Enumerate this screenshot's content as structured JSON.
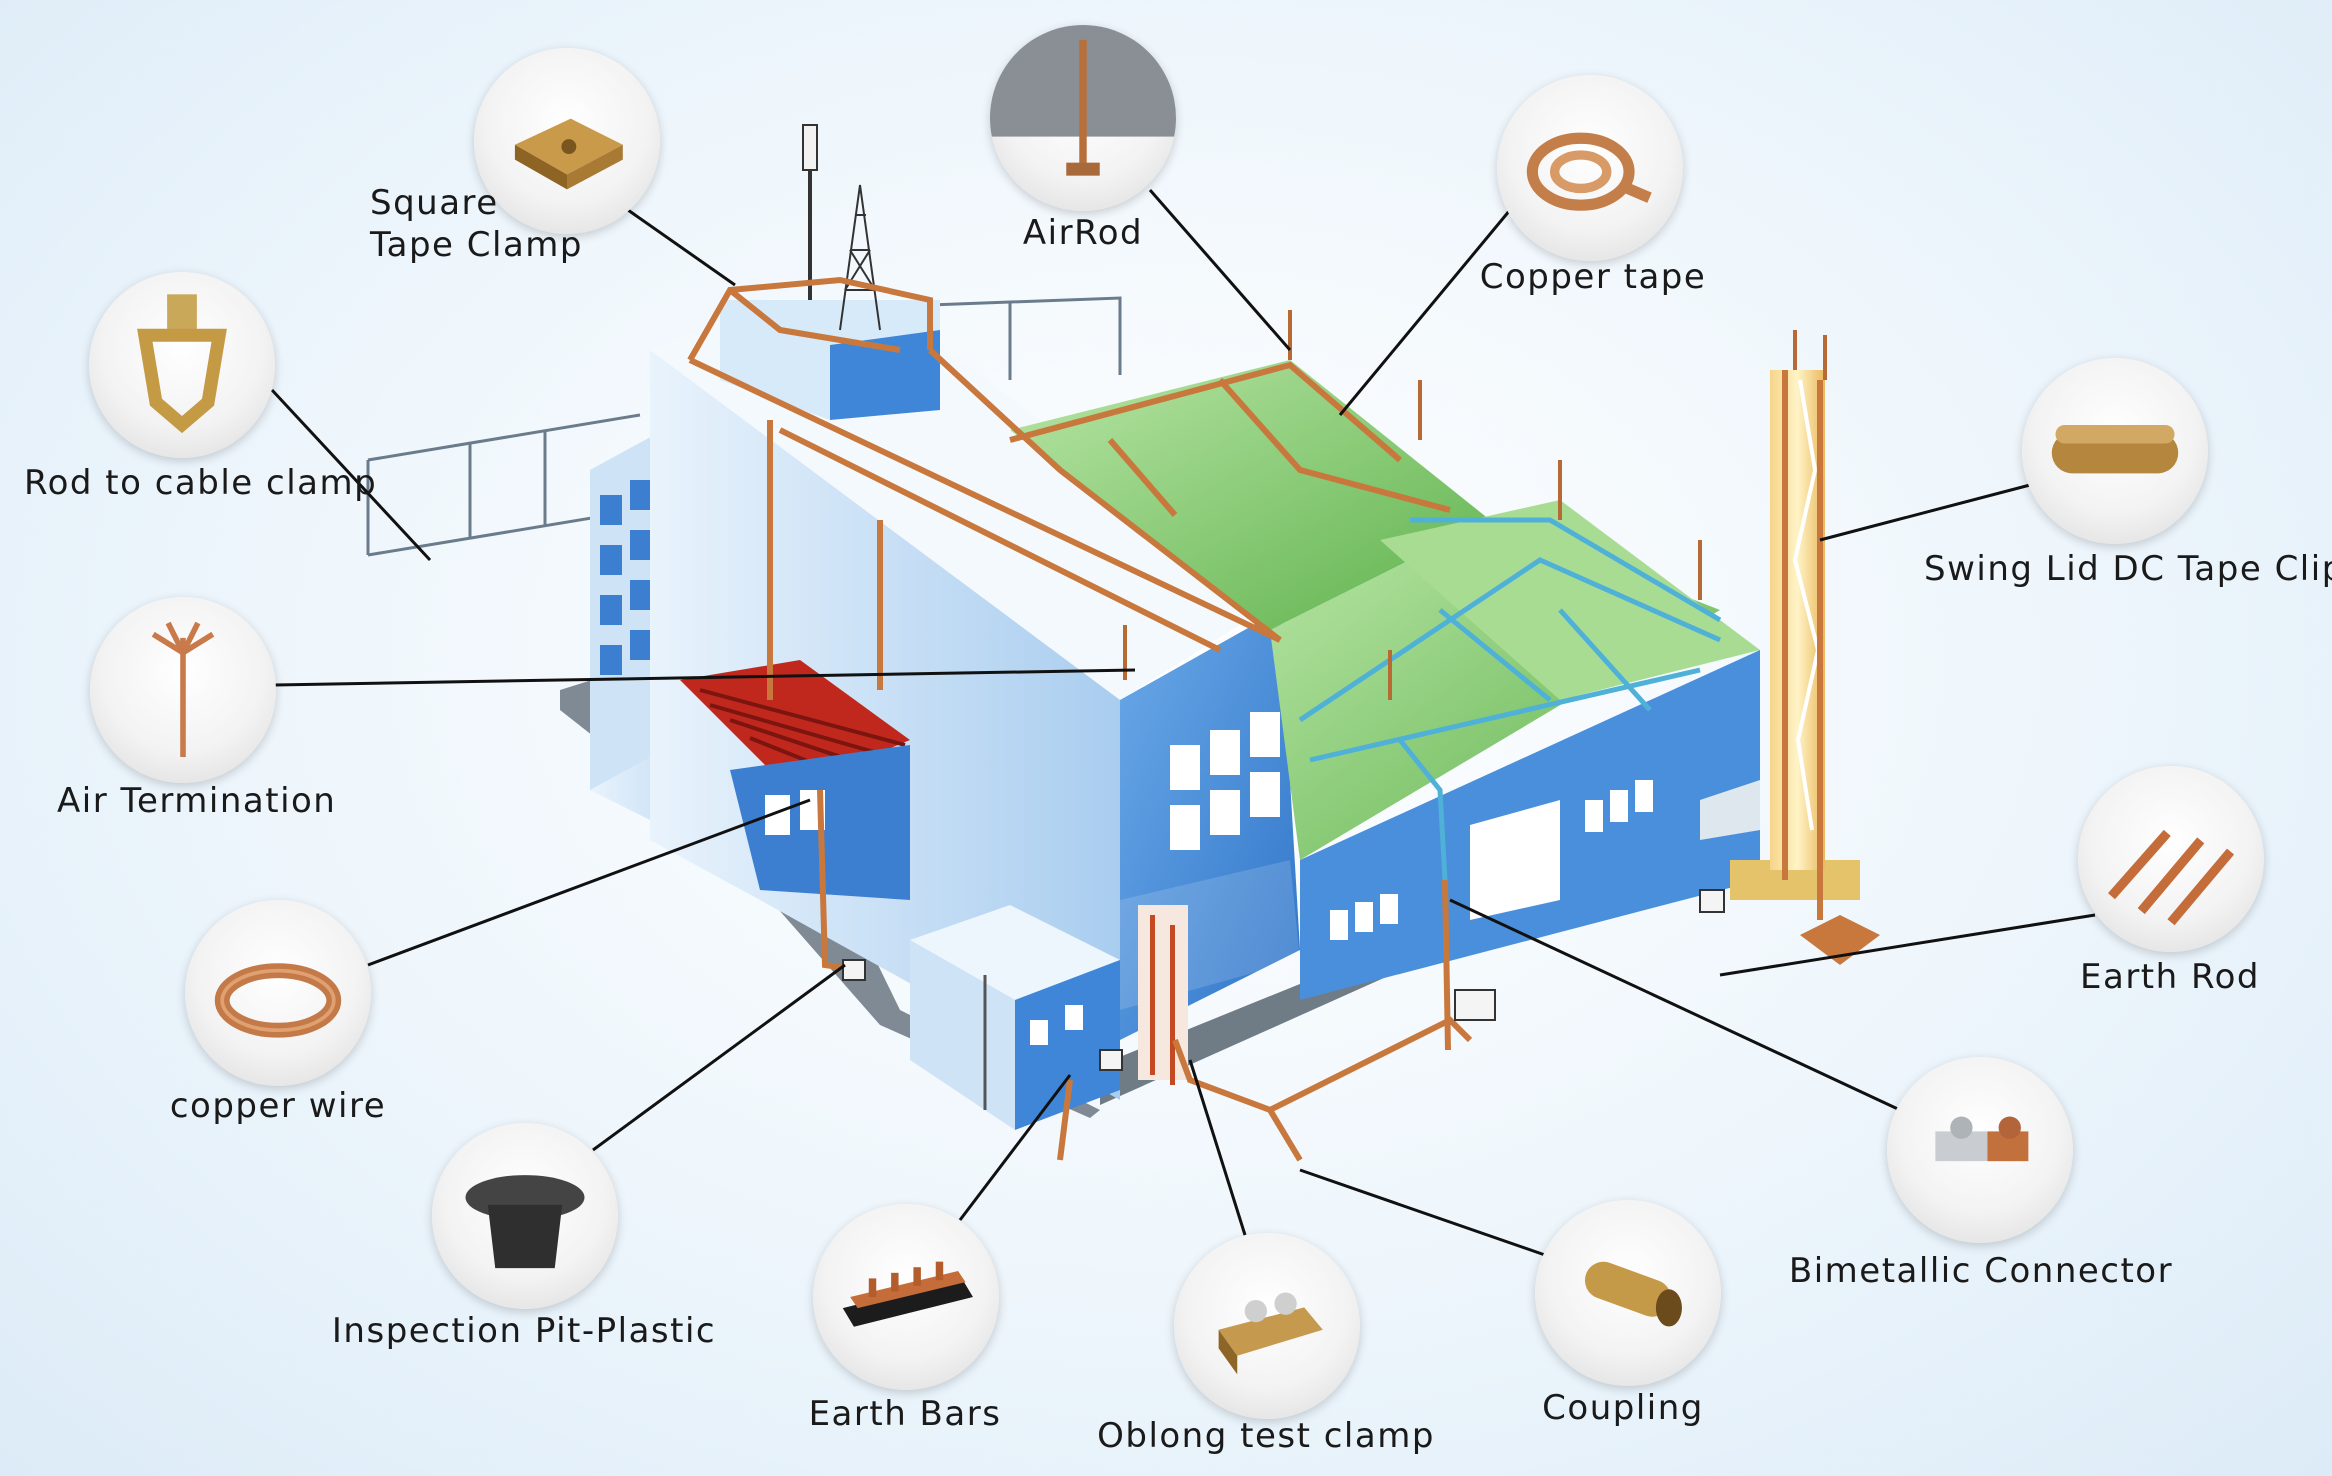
{
  "components": [
    {
      "id": "square-tape-clamp",
      "label_lines": [
        "Square",
        "Tape Clamp"
      ],
      "icon": "square-tape-clamp-icon"
    },
    {
      "id": "airrod",
      "label_lines": [
        "AirRod"
      ],
      "icon": "air-rod-icon"
    },
    {
      "id": "copper-tape",
      "label_lines": [
        "Copper tape"
      ],
      "icon": "copper-tape-icon"
    },
    {
      "id": "rod-to-cable-clamp",
      "label_lines": [
        "Rod to cable clamp"
      ],
      "icon": "rod-to-cable-clamp-icon"
    },
    {
      "id": "swing-lid-dc-tape-clip",
      "label_lines": [
        "Swing Lid DC Tape Clip"
      ],
      "icon": "swing-lid-tape-clip-icon"
    },
    {
      "id": "air-termination",
      "label_lines": [
        "Air Termination"
      ],
      "icon": "air-termination-icon"
    },
    {
      "id": "earth-rod",
      "label_lines": [
        "Earth Rod"
      ],
      "icon": "earth-rod-icon"
    },
    {
      "id": "copper-wire",
      "label_lines": [
        "copper wire"
      ],
      "icon": "copper-wire-icon"
    },
    {
      "id": "bimetallic-connector",
      "label_lines": [
        "Bimetallic Connector"
      ],
      "icon": "bimetallic-connector-icon"
    },
    {
      "id": "inspection-pit-plastic",
      "label_lines": [
        "Inspection Pit-Plastic"
      ],
      "icon": "inspection-pit-icon"
    },
    {
      "id": "earth-bars",
      "label_lines": [
        "Earth Bars"
      ],
      "icon": "earth-bar-icon"
    },
    {
      "id": "oblong-test-clamp",
      "label_lines": [
        "Oblong test clamp"
      ],
      "icon": "oblong-test-clamp-icon"
    },
    {
      "id": "coupling",
      "label_lines": [
        "Coupling"
      ],
      "icon": "coupling-icon"
    }
  ],
  "colors": {
    "copper": "#c8783c",
    "roof_green": "#8fd07a",
    "wall_blue": "#4a8fdc",
    "wall_light": "#cfe5f8",
    "leader": "#111111"
  }
}
